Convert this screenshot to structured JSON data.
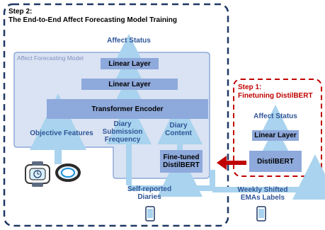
{
  "step2": {
    "title_line1": "Step 2:",
    "title_line2": "The End-to-End Affect Forecasting Model Training"
  },
  "step1": {
    "title_line1": "Step 1:",
    "title_line2": "Finetuning DistilBERT"
  },
  "model": {
    "label": "Affect Forecasting Model",
    "affect_status": "Affect Status",
    "linear_layer_top": "Linear Layer",
    "linear_layer_mid": "Linear Layer",
    "transformer_encoder": "Transformer Encoder",
    "objective_features": "Objective Features",
    "diary_submission_frequency": "Diary\nSubmission\nFrequency",
    "diary_content": "Diary\nContent",
    "finetuned_distilbert": "Fine-tuned\nDistilBERT",
    "self_reported_diaries": "Self-reported\nDiaries"
  },
  "finetune": {
    "affect_status": "Affect Status",
    "linear_layer": "Linear Layer",
    "distilbert": "DistilBERT",
    "weekly_labels": "Weekly Shifted\nEMAs Labels"
  },
  "colors": {
    "dark_blue": "#1f3864",
    "red": "#c00000",
    "box_blue": "#8ea9db",
    "arrow_blue": "#a9d3ee",
    "panel_blue": "#dae3f3"
  }
}
